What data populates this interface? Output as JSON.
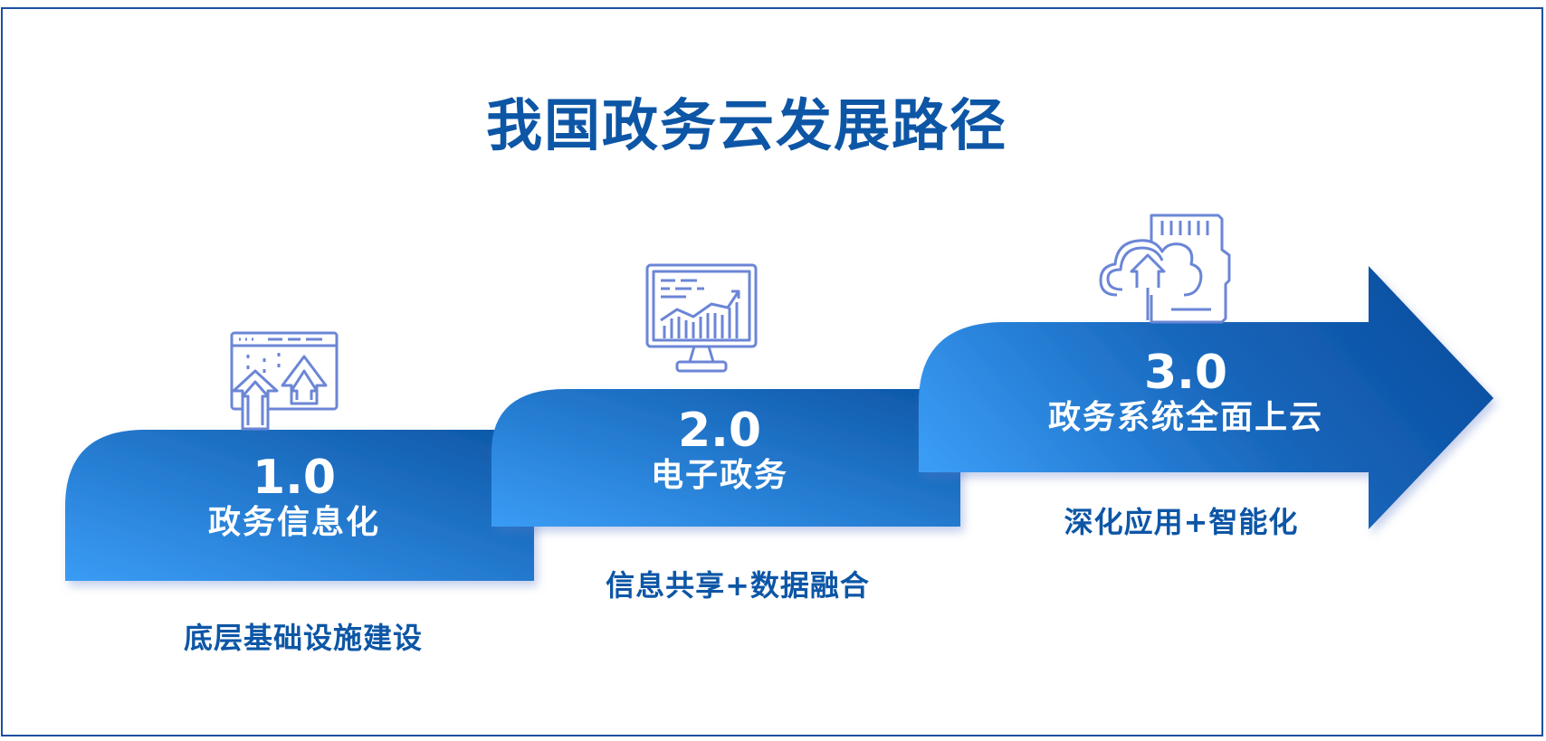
{
  "title": "我国政务云发展路径",
  "steps": [
    {
      "version": "1.0",
      "name": "政务信息化",
      "desc": "底层基础设施建设",
      "icon": "browser-upload-icon"
    },
    {
      "version": "2.0",
      "name": "电子政务",
      "desc": "信息共享+数据融合",
      "icon": "monitor-chart-icon"
    },
    {
      "version": "3.0",
      "name": "政务系统全面上云",
      "desc": "深化应用+智能化",
      "icon": "cloud-upload-card-icon"
    }
  ],
  "colors": {
    "primary": "#0d56a6",
    "light": "#3a9cf5",
    "dark": "#0b4ea0",
    "icon": "#6b86d6",
    "fold": "#3f5fc4"
  }
}
